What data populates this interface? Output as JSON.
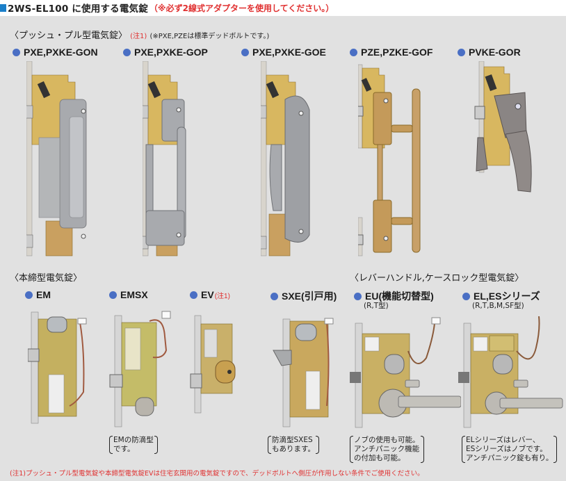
{
  "header": {
    "title": "2WS-EL100 に使用する電気錠",
    "title_note": "（※必ず2線式アダプターを使用してください。）",
    "accent_color": "#1b7fc9",
    "note_color": "#e03030"
  },
  "sections": {
    "push_pull": {
      "heading": "〈プッシュ・プル型電気錠〉",
      "note_ref": "(注1)",
      "note": "(※PXE,PZEは標準デッドボルトです。)",
      "models": [
        {
          "name": "PXE,PXKE-GON",
          "image": "push-pull-lock-silver-handle"
        },
        {
          "name": "PXE,PXKE-GOP",
          "image": "push-pull-lock-silver-bar-handle"
        },
        {
          "name": "PXE,PXKE-GOE",
          "image": "push-pull-lock-silver-curved-handle"
        },
        {
          "name": "PZE,PZKE-GOF",
          "image": "push-pull-lock-bronze-pole-handle"
        },
        {
          "name": "PVKE-GOR",
          "image": "push-pull-lock-dark-lever-handle"
        }
      ]
    },
    "mortise": {
      "heading": "〈本締型電気錠〉",
      "models": [
        {
          "name": "EM",
          "image": "mortise-lock-em"
        },
        {
          "name": "EMSX",
          "image": "mortise-lock-emsx",
          "caption": [
            "EMの防滴型",
            "です。"
          ]
        },
        {
          "name": "EV",
          "note_ref": "(注1)",
          "image": "mortise-lock-ev"
        },
        {
          "name": "SXE(引戸用)",
          "image": "mortise-lock-sxe",
          "caption": [
            "防滴型SXES",
            "もあります。"
          ]
        }
      ]
    },
    "lever": {
      "heading": "〈レバーハンドル,ケースロック型電気錠〉",
      "models": [
        {
          "name": "EU(機能切替型)",
          "sub": "(R,T型)",
          "image": "lever-lock-eu",
          "caption": [
            "ノブの使用も可能。",
            "アンチパニック機能",
            "の付加も可能。"
          ]
        },
        {
          "name": "EL,ESシリーズ",
          "sub": "(R,T,B,M,SF型)",
          "image": "lever-lock-el-es",
          "caption": [
            "ELシリーズはレバー、",
            "ESシリーズはノブです。",
            "アンチパニック錠も有り。"
          ]
        }
      ]
    }
  },
  "footnote": "(注1)プッシュ・プル型電気錠や本締型電気錠EVは住宅玄関用の電気錠ですので、デッドボルトへ側圧が作用しない条件でご使用ください。"
}
